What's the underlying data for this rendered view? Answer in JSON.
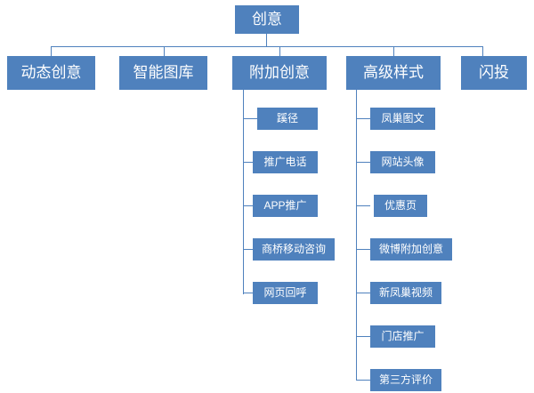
{
  "diagram": {
    "type": "org-chart",
    "root": {
      "label": "创意"
    },
    "level1": [
      {
        "label": "动态创意"
      },
      {
        "label": "智能图库"
      },
      {
        "label": "附加创意"
      },
      {
        "label": "高级样式"
      },
      {
        "label": "闪投"
      }
    ],
    "branch_attached": [
      {
        "label": "蹊径"
      },
      {
        "label": "推广电话"
      },
      {
        "label": "APP推广"
      },
      {
        "label": "商桥移动咨询"
      },
      {
        "label": "网页回呼"
      }
    ],
    "branch_advanced": [
      {
        "label": "凤巢图文"
      },
      {
        "label": "网站头像"
      },
      {
        "label": "优惠页"
      },
      {
        "label": "微博附加创意"
      },
      {
        "label": "新凤巢视频"
      },
      {
        "label": "门店推广"
      },
      {
        "label": "第三方评价"
      }
    ],
    "colors": {
      "box_fill": "#4f81bd",
      "text": "#ffffff",
      "line": "#4f81bd",
      "background": "#ffffff"
    }
  }
}
